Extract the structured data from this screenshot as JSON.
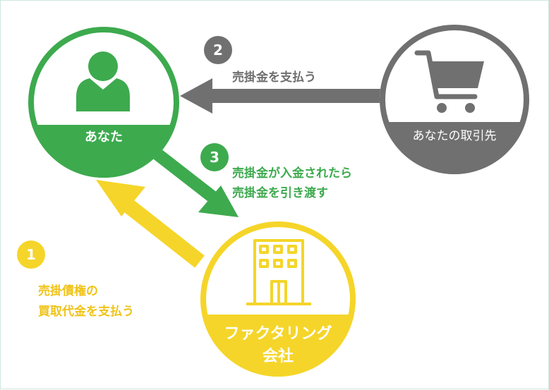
{
  "colors": {
    "green": "#3daa4e",
    "gray": "#707070",
    "yellow": "#f5d529",
    "green_text": "#3daa4e",
    "gray_text": "#6f6f6f",
    "yellow_text": "#f0c318"
  },
  "nodes": {
    "you": {
      "label": "あなた",
      "icon": "person-icon"
    },
    "partner": {
      "label": "あなたの取引先",
      "icon": "cart-icon"
    },
    "factoring": {
      "label_line1": "ファクタリング",
      "label_line2": "会社",
      "icon": "building-icon"
    }
  },
  "steps": [
    {
      "number": "1",
      "line1": "売掛債権の",
      "line2": "買取代金を支払う"
    },
    {
      "number": "2",
      "line1": "売掛金を支払う"
    },
    {
      "number": "3",
      "line1": "売掛金が入金されたら",
      "line2": "売掛金を引き渡す"
    }
  ]
}
